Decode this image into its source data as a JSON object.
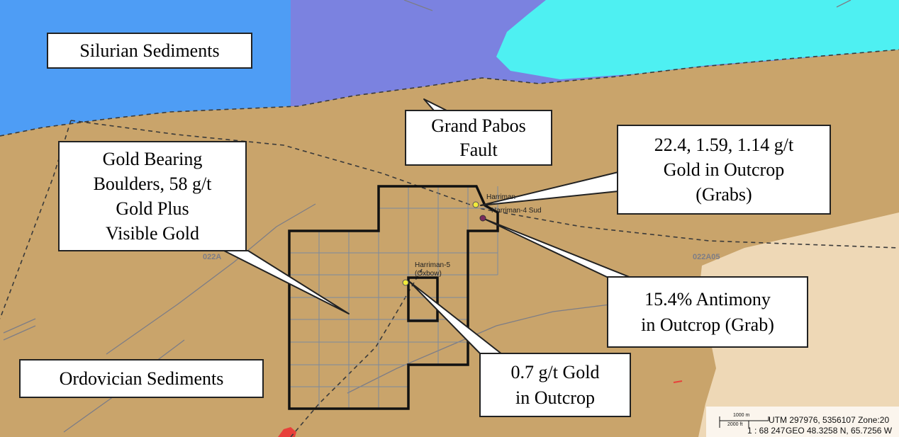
{
  "units": {
    "silurian": "Silurian Sediments",
    "ordovician": "Ordovician Sediments"
  },
  "callouts": {
    "fault": [
      "Grand Pabos",
      "Fault"
    ],
    "boulders": [
      "Gold Bearing",
      "Boulders, 58 g/t",
      "Gold Plus",
      "Visible Gold"
    ],
    "grabs": [
      "22.4, 1.59, 1.14 g/t",
      "Gold in Outcrop",
      "(Grabs)"
    ],
    "antimony": [
      "15.4% Antimony",
      "in Outcrop (Grab)"
    ],
    "outcrop": [
      "0.7 g/t Gold",
      "in Outcrop"
    ]
  },
  "showings": {
    "harriman_top": "Harriman",
    "harriman4": "Harriman-4 Sud",
    "harriman5": "Harriman-5",
    "harriman5_sub": "(Oxbow)"
  },
  "sheets": {
    "left": "022A",
    "right": "022A05"
  },
  "scale": {
    "m_label": "1000 m",
    "ft_label": "2000 ft",
    "ratio": "1 : 68 247",
    "utm": "UTM 297976, 5356107 Zone:20",
    "geo": "GEO 48.3258 N, 65.7256 W"
  },
  "colors": {
    "silurian_blue": "#4e9df5",
    "purple_unit": "#7b82e0",
    "cyan_unit": "#4ef0f2",
    "tan_unit": "#c9a46b",
    "beige_unit": "#eed8b6",
    "grid_line": "#7c8a9e",
    "property_outline": "#111111",
    "fault_line": "#3a3a3a",
    "showing_yellow": "#f1ea3a",
    "showing_purple": "#7a2a5e"
  }
}
